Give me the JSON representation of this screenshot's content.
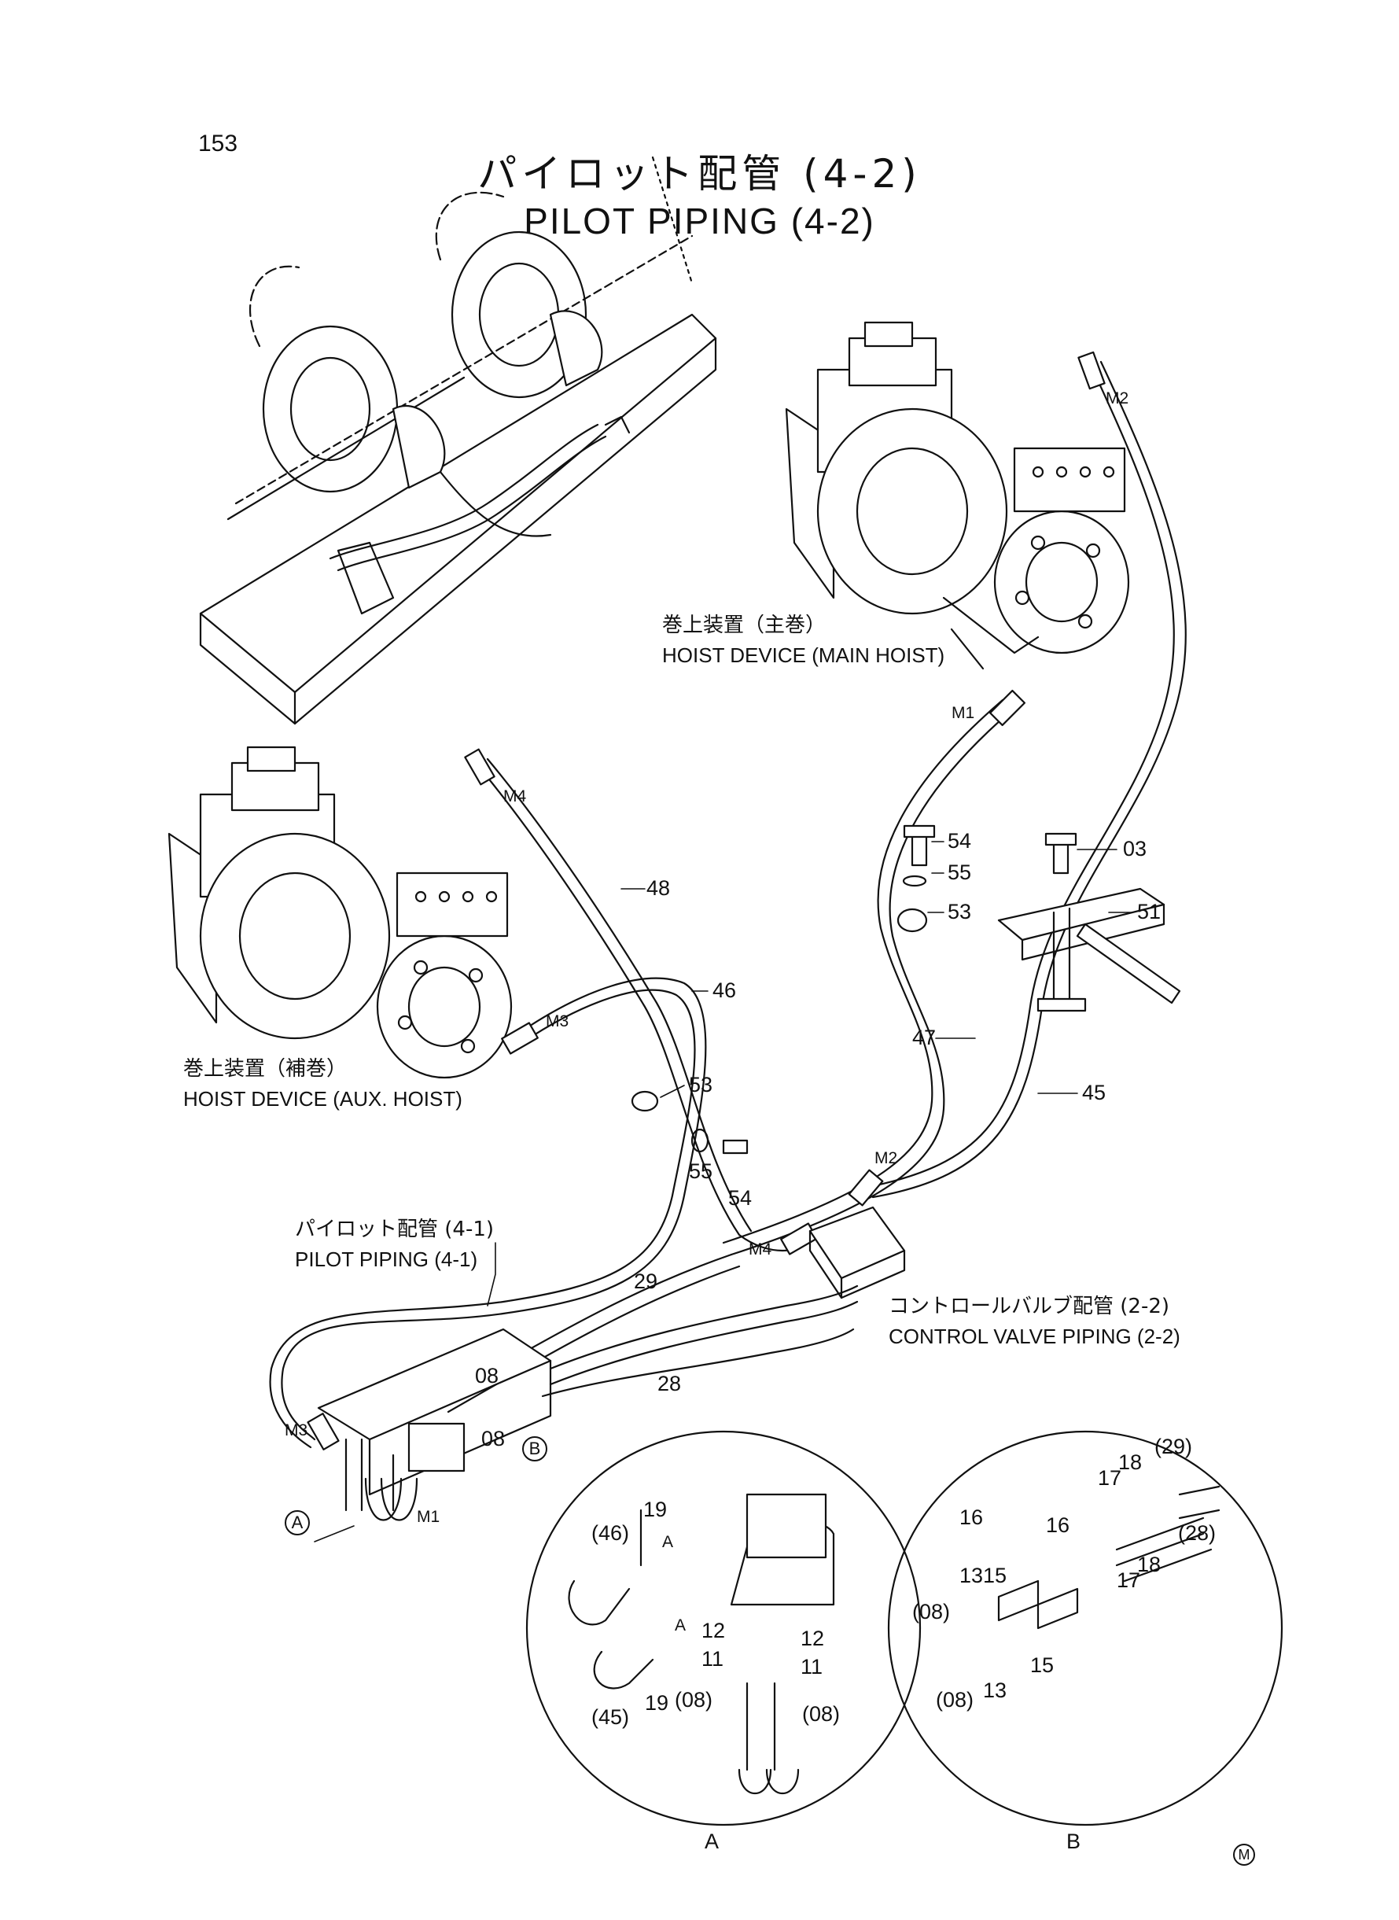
{
  "page_number": "153",
  "title_jp": "パイロット配管 (4-2)",
  "title_en": "PILOT PIPING (4-2)",
  "labels": {
    "main_hoist_jp": "巻上装置（主巻）",
    "main_hoist_en": "HOIST DEVICE (MAIN HOIST)",
    "aux_hoist_jp": "巻上装置（補巻）",
    "aux_hoist_en": "HOIST DEVICE (AUX. HOIST)",
    "pilot41_jp": "パイロット配管 (4-1)",
    "pilot41_en": "PILOT PIPING (4-1)",
    "cv_jp": "コントロールバルブ配管 (2-2)",
    "cv_en": "CONTROL VALVE PIPING (2-2)"
  },
  "ports": {
    "m1": "M1",
    "m2": "M2",
    "m3": "M3",
    "m4": "M4"
  },
  "parts": {
    "p03": "03",
    "p08": "08",
    "p11": "11",
    "p12": "12",
    "p13": "13",
    "p15": "15",
    "p16": "16",
    "p17": "17",
    "p18": "18",
    "p19": "19",
    "p28": "28",
    "p29": "29",
    "p45": "45",
    "p46": "46",
    "p47": "47",
    "p48": "48",
    "p51": "51",
    "p53": "53",
    "p54": "54",
    "p55": "55",
    "r08": "(08)",
    "r28": "(28)",
    "r29": "(29)",
    "r45": "(45)",
    "r46": "(46)"
  },
  "details": {
    "a": "A",
    "b": "B"
  },
  "mark": "M"
}
